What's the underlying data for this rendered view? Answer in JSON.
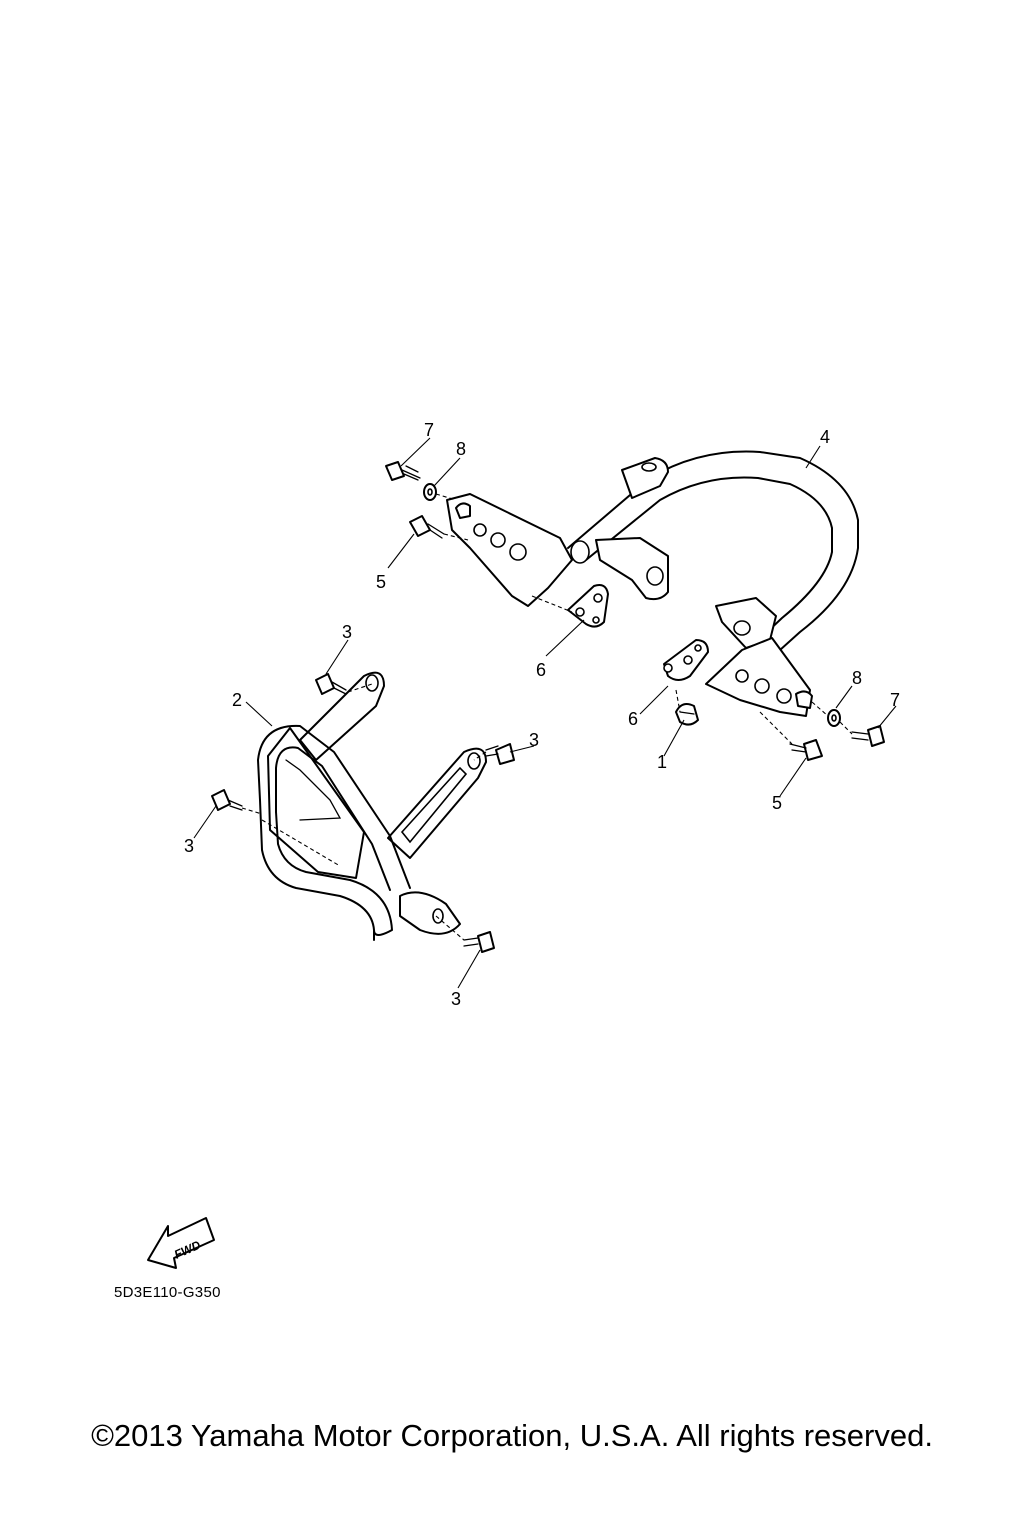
{
  "callouts": {
    "c1": "1",
    "c2": "2",
    "c3a": "3",
    "c3b": "3",
    "c3c": "3",
    "c3d": "3",
    "c4": "4",
    "c5a": "5",
    "c5b": "5",
    "c6a": "6",
    "c6b": "6",
    "c7a": "7",
    "c7b": "7",
    "c8a": "8",
    "c8b": "8"
  },
  "fwd_label": "FWD",
  "diagram_code": "5D3E110-G350",
  "copyright": "©2013 Yamaha Motor Corporation, U.S.A. All rights reserved."
}
